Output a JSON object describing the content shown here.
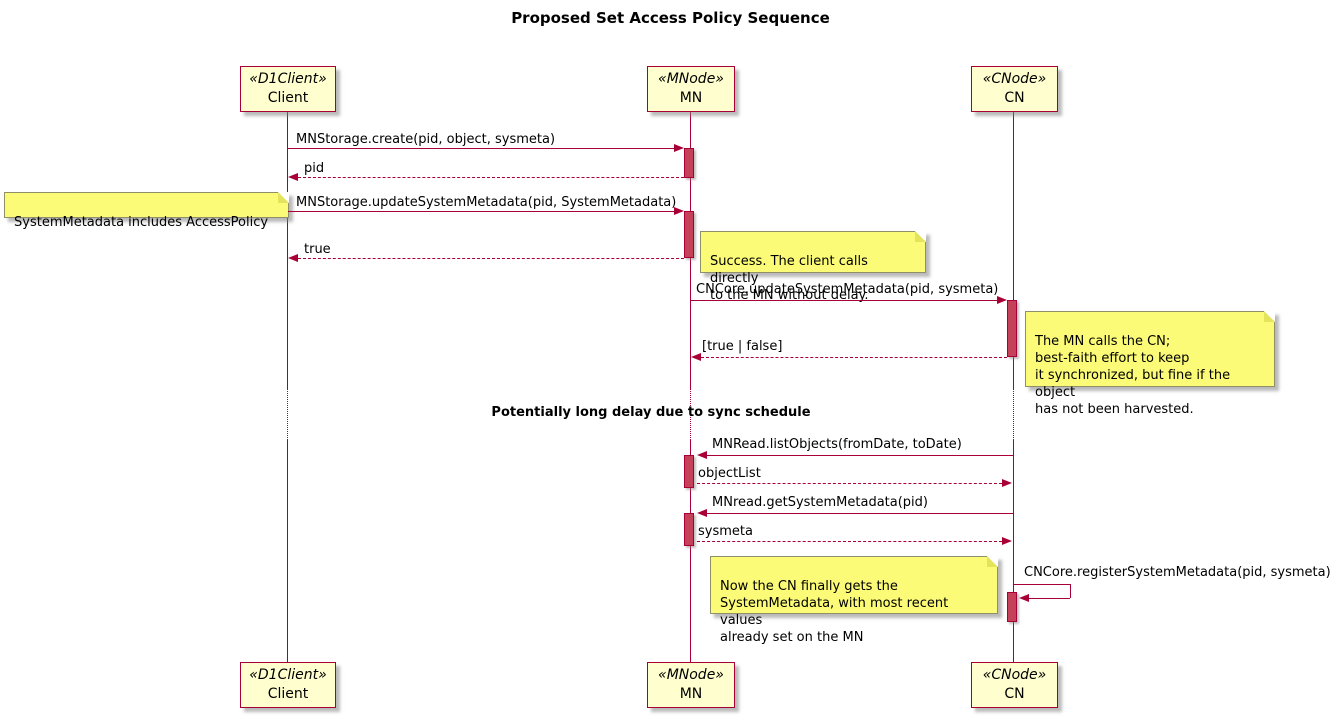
{
  "title": "Proposed Set Access Policy Sequence",
  "delay_label": "Potentially long delay due to sync schedule",
  "participants": [
    {
      "stereotype": "«D1Client»",
      "name": "Client"
    },
    {
      "stereotype": "«MNode»",
      "name": "MN"
    },
    {
      "stereotype": "«CNode»",
      "name": "CN"
    }
  ],
  "messages": [
    {
      "label": "MNStorage.create(pid, object, sysmeta)",
      "from": "Client",
      "to": "MN",
      "type": "sync"
    },
    {
      "label": "pid",
      "from": "MN",
      "to": "Client",
      "type": "return"
    },
    {
      "label": "MNStorage.updateSystemMetadata(pid, SystemMetadata)",
      "from": "Client",
      "to": "MN",
      "type": "sync"
    },
    {
      "label": "true",
      "from": "MN",
      "to": "Client",
      "type": "return"
    },
    {
      "label": "CNCore.updateSystemMetadata(pid, sysmeta)",
      "from": "MN",
      "to": "CN",
      "type": "sync"
    },
    {
      "label": "[true | false]",
      "from": "CN",
      "to": "MN",
      "type": "return"
    },
    {
      "label": "MNRead.listObjects(fromDate, toDate)",
      "from": "CN",
      "to": "MN",
      "type": "sync"
    },
    {
      "label": "objectList",
      "from": "MN",
      "to": "CN",
      "type": "return"
    },
    {
      "label": "MNread.getSystemMetadata(pid)",
      "from": "CN",
      "to": "MN",
      "type": "sync"
    },
    {
      "label": "sysmeta",
      "from": "MN",
      "to": "CN",
      "type": "return"
    },
    {
      "label": "CNCore.registerSystemMetadata(pid, sysmeta)",
      "from": "CN",
      "to": "CN",
      "type": "self"
    }
  ],
  "notes": [
    {
      "text": "SystemMetadata includes AccessPolicy"
    },
    {
      "text": "Success. The client calls directly\nto the MN without delay."
    },
    {
      "text": "The MN calls the CN;\nbest-faith effort to keep\nit synchronized, but fine if the object\nhas not been harvested."
    },
    {
      "text": "Now the CN finally gets the\nSystemMetadata, with most recent values\nalready set on the MN"
    }
  ],
  "colors": {
    "accent": "#A80036",
    "participant_fill": "#FEFECE",
    "note_fill": "#FBFB77",
    "note_border": "#8F8F6A",
    "activation_fill": "#C5415A",
    "text": "#000000"
  }
}
